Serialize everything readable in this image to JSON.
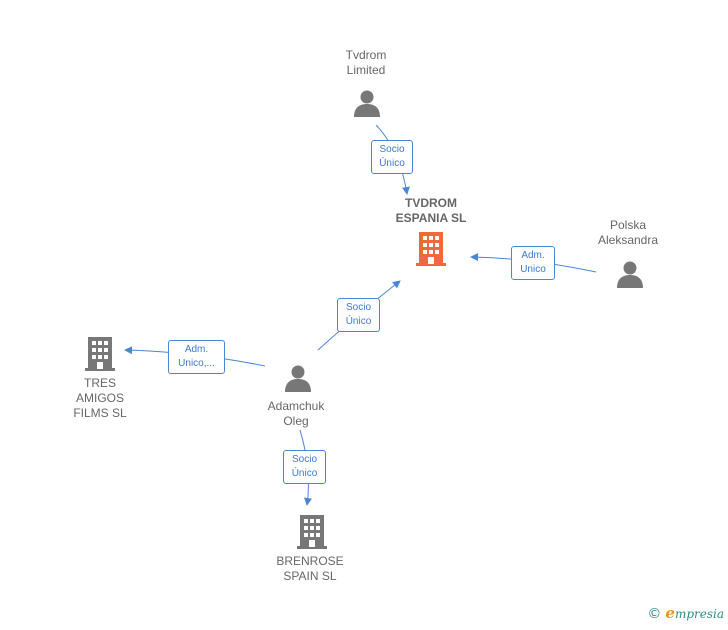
{
  "colors": {
    "edge": "#4a86d6",
    "person_icon": "#777777",
    "company_icon": "#777777",
    "focus_icon": "#ee6a3c"
  },
  "nodes": {
    "tvdrom_limited": {
      "lines": [
        "Tvdrom",
        "Limited"
      ],
      "icon": "person-icon"
    },
    "tvdrom_espania": {
      "lines": [
        "TVDROM",
        "ESPANIA  SL"
      ],
      "icon": "building-icon"
    },
    "polska": {
      "lines": [
        "Polska",
        "Aleksandra"
      ],
      "icon": "person-icon"
    },
    "adamchuk": {
      "lines": [
        "Adamchuk",
        "Oleg"
      ],
      "icon": "person-icon"
    },
    "tres_amigos": {
      "lines": [
        "TRES",
        "AMIGOS",
        "FILMS  SL"
      ],
      "icon": "building-icon"
    },
    "brenrose": {
      "lines": [
        "BRENROSE",
        "SPAIN  SL"
      ],
      "icon": "building-icon"
    }
  },
  "edges": {
    "tvdrom_to_espania": {
      "lines": [
        "Socio",
        "Único"
      ]
    },
    "polska_to_espania": {
      "lines": [
        "Adm.",
        "Unico"
      ]
    },
    "adamchuk_to_espania": {
      "lines": [
        "Socio",
        "Único"
      ]
    },
    "adamchuk_to_tres": {
      "lines": [
        "Adm.",
        "Unico,..."
      ]
    },
    "adamchuk_to_brenrose": {
      "lines": [
        "Socio",
        "Único"
      ]
    }
  },
  "footer": {
    "copyright": "©",
    "brand_initial": "e",
    "brand_rest": "mpresia"
  }
}
